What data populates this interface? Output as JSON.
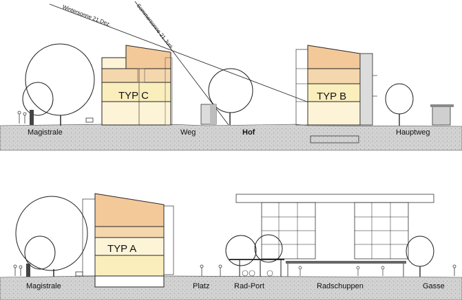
{
  "labels": {
    "magistrale_top": "Magistrale",
    "weg": "Weg",
    "hof": "Hof",
    "hauptweg": "Hauptweg",
    "magistrale_bottom": "Magistrale",
    "platz": "Platz",
    "rad_port": "Rad-Port",
    "radschuppen": "Radschuppen",
    "gasse": "Gasse"
  },
  "types": {
    "typ_c": "TYP C",
    "typ_b": "TYP B",
    "typ_a": "TYP A"
  },
  "sun": {
    "winter": "Wintersonne 21.Dez.",
    "summer": "Sommersonne 21.Juni"
  },
  "colors": {
    "ground": "#cfcfcf",
    "floor_peach": "#f5d7ad",
    "floor_yellow": "#fbeebd",
    "floor_cream": "#fdf4d8",
    "roof_peach": "#f3c99a",
    "facade_grey": "#dcdcdc"
  }
}
